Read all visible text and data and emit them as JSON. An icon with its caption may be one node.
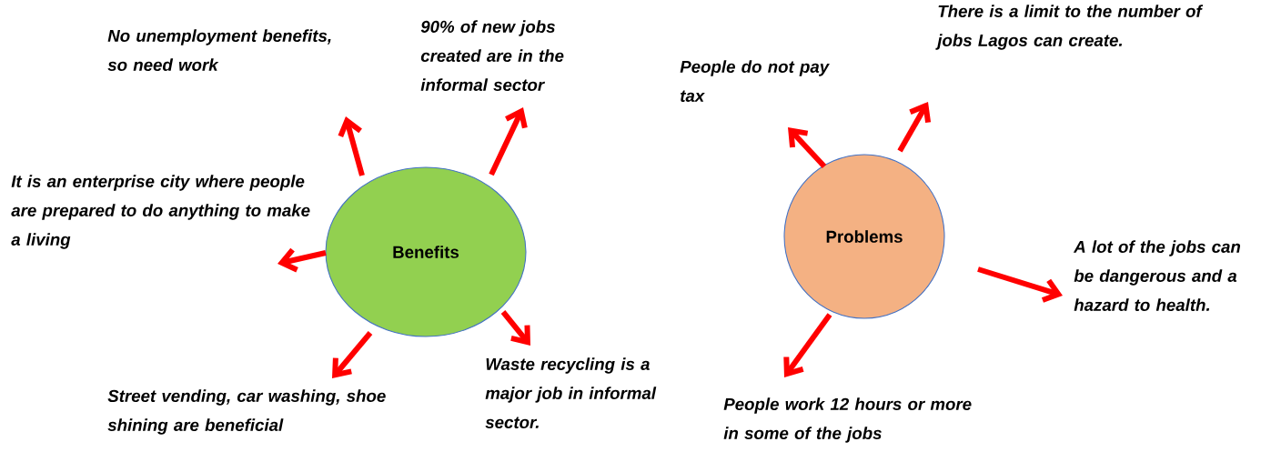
{
  "diagram": {
    "nodes": [
      {
        "text": [
          "Benefits"
        ]
      },
      {
        "text": [
          "No unemployment benefits, so need work"
        ]
      },
      {
        "text": [
          "90% of new jobs created are in the informal sector"
        ]
      },
      {
        "text": [
          "It is an enterprise city where people are prepared to do anything to make a living"
        ]
      },
      {
        "text": [
          "Street vending, car washing, shoe shining are beneficial"
        ]
      },
      {
        "text": [
          "Waste recycling is a major job in informal sector."
        ]
      },
      {
        "text": [
          "Problems"
        ]
      },
      {
        "text": [
          "People do not pay tax"
        ]
      },
      {
        "text": [
          "There is a limit to the number of jobs Lagos can create."
        ]
      },
      {
        "text": [
          "A lot of the jobs can be dangerous and a hazard to health."
        ]
      },
      {
        "text": [
          "People work 12 hours or more in some of the jobs"
        ]
      }
    ],
    "edges": [
      {
        "from": 0,
        "to": 1,
        "arrow": "to"
      },
      {
        "from": 0,
        "to": 2,
        "arrow": "to"
      },
      {
        "from": 0,
        "to": 3,
        "arrow": "to"
      },
      {
        "from": 0,
        "to": 4,
        "arrow": "to"
      },
      {
        "from": 0,
        "to": 5,
        "arrow": "to"
      },
      {
        "from": 6,
        "to": 7,
        "arrow": "to"
      },
      {
        "from": 6,
        "to": 8,
        "arrow": "to"
      },
      {
        "from": 6,
        "to": 9,
        "arrow": "to"
      },
      {
        "from": 6,
        "to": 10,
        "arrow": "to"
      }
    ]
  }
}
